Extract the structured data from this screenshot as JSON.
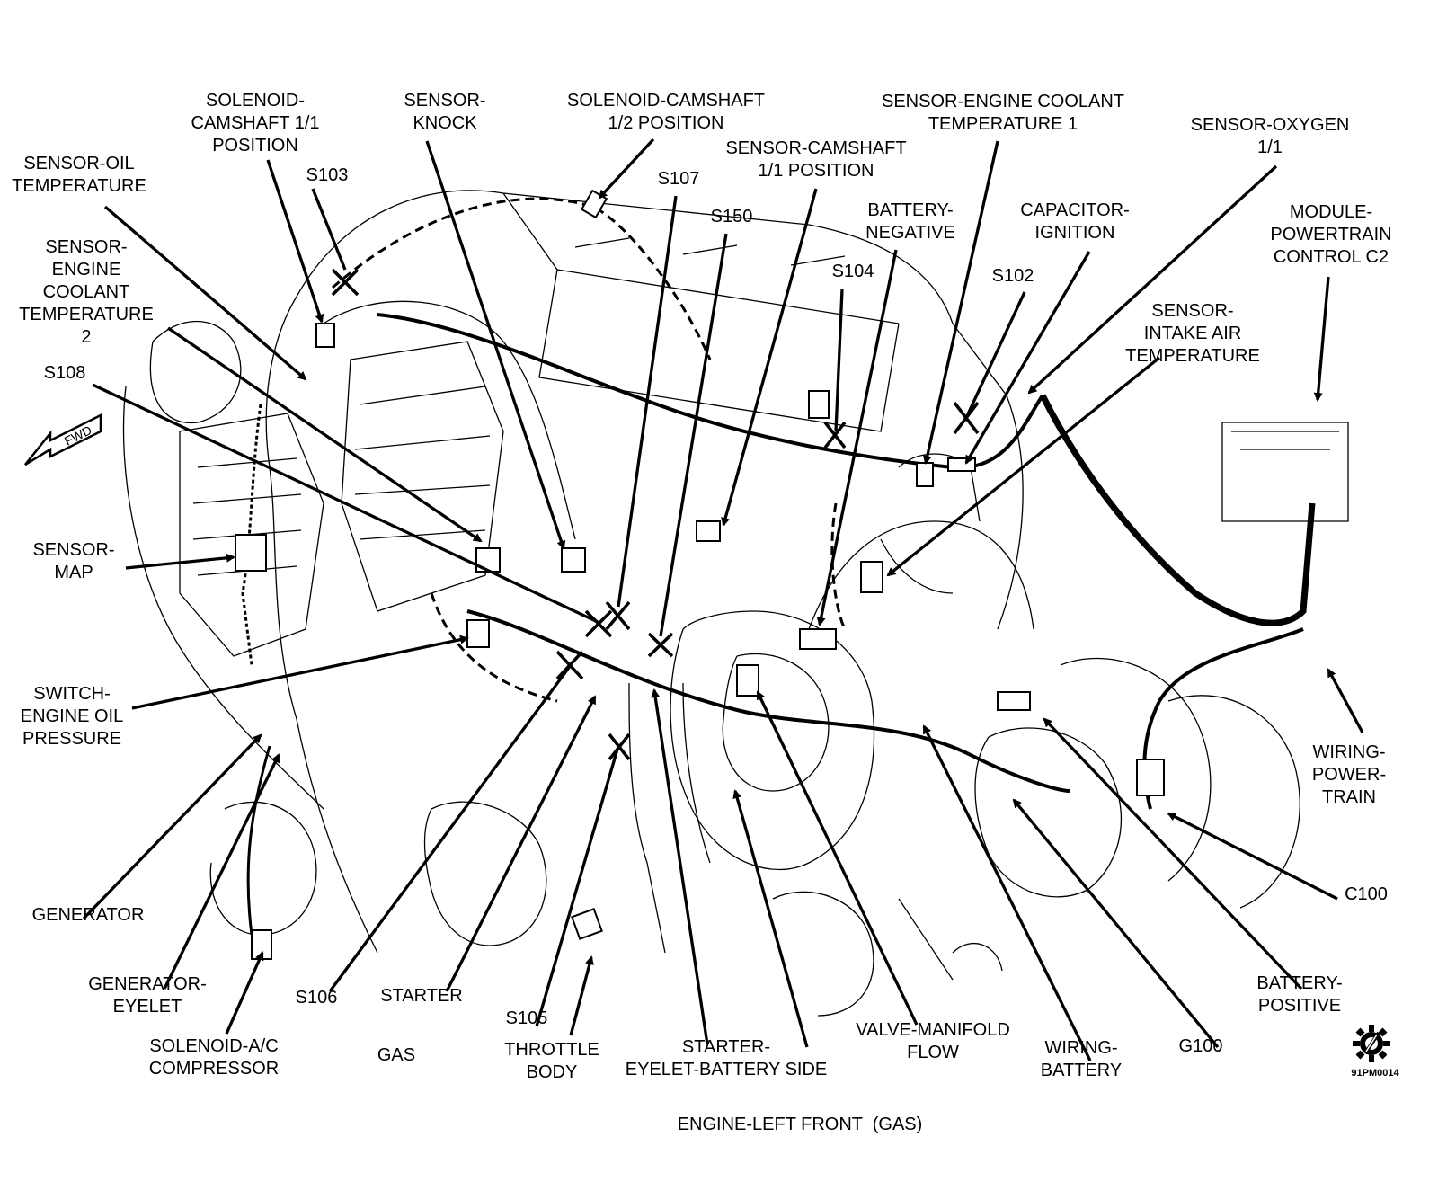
{
  "diagram": {
    "caption": "ENGINE-LEFT FRONT  (GAS)",
    "figure_id": "91PM0014",
    "direction_indicator": "FWD",
    "variant_label": "GAS",
    "labels": {
      "solenoid_camshaft_1_1": "SOLENOID-\nCAMSHAFT 1/1\nPOSITION",
      "sensor_knock": "SENSOR-\nKNOCK",
      "solenoid_camshaft_1_2": "SOLENOID-CAMSHAFT\n1/2 POSITION",
      "sensor_ect_1": "SENSOR-ENGINE COOLANT\nTEMPERATURE 1",
      "sensor_oxygen": "SENSOR-OXYGEN\n1/1",
      "sensor_oil_temp": "SENSOR-OIL\nTEMPERATURE",
      "s103": "S103",
      "s107": "S107",
      "sensor_camshaft": "SENSOR-CAMSHAFT\n1/1 POSITION",
      "s150": "S150",
      "battery_negative": "BATTERY-\nNEGATIVE",
      "capacitor_ignition": "CAPACITOR-\nIGNITION",
      "module_pcm": "MODULE-\nPOWERTRAIN\nCONTROL C2",
      "sensor_ect_2": "SENSOR-\nENGINE\nCOOLANT\nTEMPERATURE\n2",
      "s104": "S104",
      "s102": "S102",
      "sensor_iat": "SENSOR-\nINTAKE AIR\nTEMPERATURE",
      "s108": "S108",
      "sensor_map": "SENSOR-\nMAP",
      "switch_oil_pressure": "SWITCH-\nENGINE OIL\nPRESSURE",
      "wiring_powertrain": "WIRING-\nPOWER-\nTRAIN",
      "c100": "C100",
      "generator": "GENERATOR",
      "generator_eyelet": "GENERATOR-\nEYELET",
      "s106": "S106",
      "starter": "STARTER",
      "battery_positive": "BATTERY-\nPOSITIVE",
      "s105": "S105",
      "solenoid_ac": "SOLENOID-A/C\nCOMPRESSOR",
      "throttle_body": "THROTTLE\nBODY",
      "starter_eyelet": "STARTER-\nEYELET-BATTERY SIDE",
      "valve_manifold": "VALVE-MANIFOLD\nFLOW",
      "wiring_battery": "WIRING-\nBATTERY",
      "g100": "G100"
    }
  }
}
